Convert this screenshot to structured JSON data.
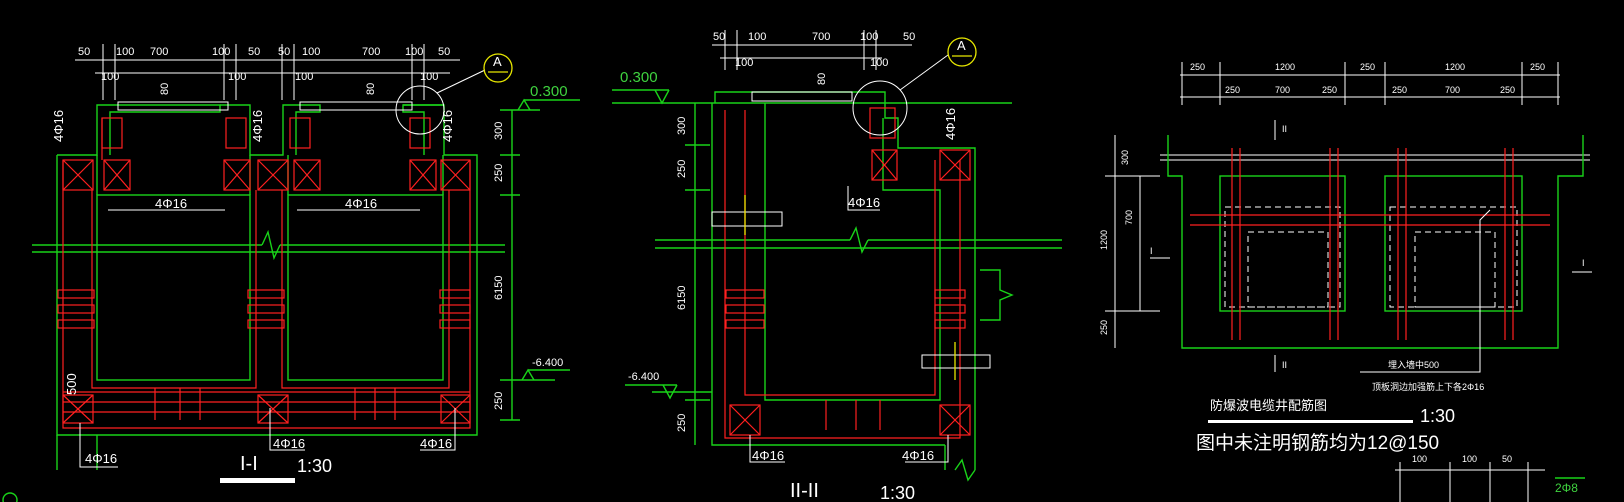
{
  "drawing": {
    "section1": {
      "title": "I-I",
      "scale": "1:30",
      "top_dims": [
        "50",
        "100",
        "700",
        "100",
        "50",
        "50",
        "100",
        "700",
        "100",
        "50"
      ],
      "sub_dims": [
        "100",
        "100",
        "100",
        "100"
      ],
      "slab_dims": [
        "80",
        "80"
      ],
      "bar_labels": [
        "4Φ16",
        "4Φ16",
        "4Φ16",
        "4Φ16",
        "4Φ16",
        "4Φ16",
        "4Φ16",
        "4Φ16"
      ],
      "side_dims": [
        "300",
        "250",
        "6150",
        "250"
      ],
      "left_dim": "500",
      "elev_top": "0.300",
      "elev_bottom": "-6.400",
      "detail_tag": "A"
    },
    "section2": {
      "title": "II-II",
      "scale": "1:30",
      "top_dims": [
        "50",
        "100",
        "700",
        "100",
        "50"
      ],
      "sub_dims": [
        "100",
        "100"
      ],
      "slab_dim": "80",
      "bar_labels": [
        "4Φ16",
        "4Φ16",
        "4Φ16",
        "4Φ16"
      ],
      "side_dims": [
        "300",
        "250",
        "6150",
        "250"
      ],
      "elev_top": "0.300",
      "elev_bottom": "-6.400",
      "detail_tag": "A"
    },
    "plan": {
      "title": "防爆波电缆井配筋图",
      "scale": "1:30",
      "note": "图中未注明钢筋均为12@150",
      "top_dims": [
        "250",
        "1200",
        "250",
        "1200",
        "250"
      ],
      "sub_dims": [
        "250",
        "700",
        "250",
        "250",
        "700",
        "250"
      ],
      "side_dims": [
        "300",
        "700",
        "1200",
        "250"
      ],
      "section_marks": [
        "II",
        "I",
        "II",
        "I"
      ],
      "callout_1": "埋入墙中500",
      "callout_2": "顶板洞边加强筋上下各2Φ16"
    },
    "detail": {
      "dims": [
        "100",
        "100",
        "50"
      ],
      "bar": "2Φ8"
    }
  }
}
